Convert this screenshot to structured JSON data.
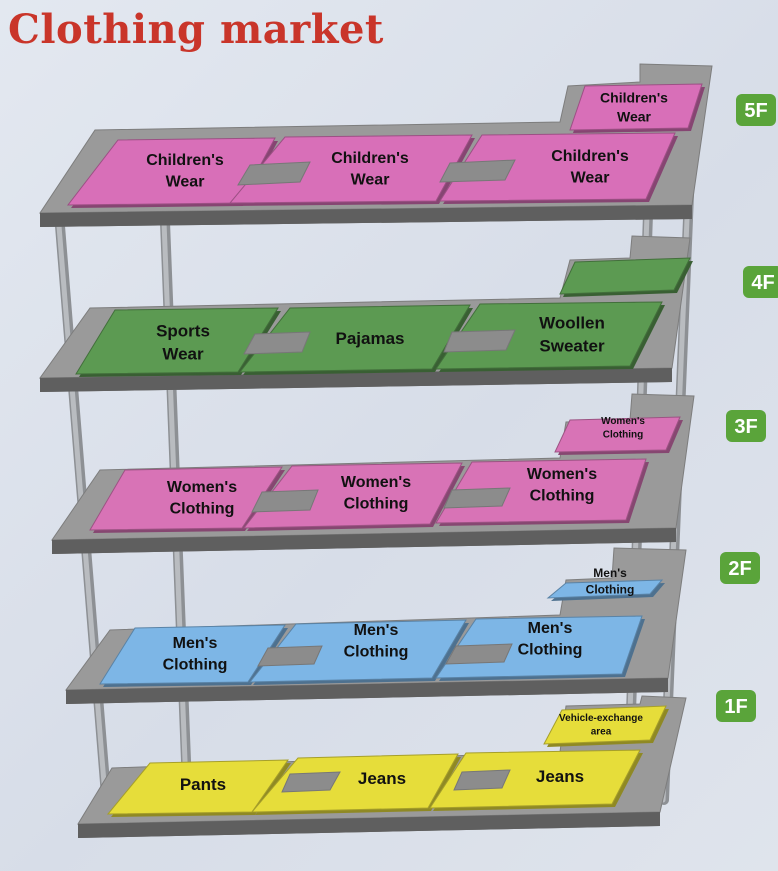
{
  "title": "Clothing market",
  "colors": {
    "title": "#c9352a",
    "badge": "#5aa43a",
    "floor_5": "#d86fb8",
    "floor_4": "#5c9a52",
    "floor_3": "#d873b6",
    "floor_2": "#7db6e6",
    "floor_1": "#e6dd3a",
    "slab": "#9a9a9a",
    "pillar": "#b9bcc0"
  },
  "floors": [
    {
      "level": "5F",
      "zones": [
        {
          "lines": [
            "Children's",
            "Wear"
          ]
        },
        {
          "lines": [
            "Children's",
            "Wear"
          ]
        },
        {
          "lines": [
            "Children's",
            "Wear"
          ]
        },
        {
          "lines": [
            "Children's",
            "Wear"
          ]
        }
      ]
    },
    {
      "level": "4F",
      "zones": [
        {
          "lines": [
            "Sports",
            "Wear"
          ]
        },
        {
          "lines": [
            "Pajamas"
          ]
        },
        {
          "lines": [
            "Woollen",
            "Sweater"
          ]
        },
        {
          "lines": []
        }
      ]
    },
    {
      "level": "3F",
      "zones": [
        {
          "lines": [
            "Women's",
            "Clothing"
          ]
        },
        {
          "lines": [
            "Women's",
            "Clothing"
          ]
        },
        {
          "lines": [
            "Women's",
            "Clothing"
          ]
        },
        {
          "lines": [
            "Women's",
            "Clothing"
          ]
        }
      ]
    },
    {
      "level": "2F",
      "zones": [
        {
          "lines": [
            "Men's",
            "Clothing"
          ]
        },
        {
          "lines": [
            "Men's",
            "Clothing"
          ]
        },
        {
          "lines": [
            "Men's",
            "Clothing"
          ]
        },
        {
          "lines": [
            "Men's",
            "Clothing"
          ]
        }
      ]
    },
    {
      "level": "1F",
      "zones": [
        {
          "lines": [
            "Pants"
          ]
        },
        {
          "lines": [
            "Jeans"
          ]
        },
        {
          "lines": [
            "Jeans"
          ]
        },
        {
          "lines": [
            "Vehicle-exchange",
            "area"
          ]
        }
      ]
    }
  ]
}
